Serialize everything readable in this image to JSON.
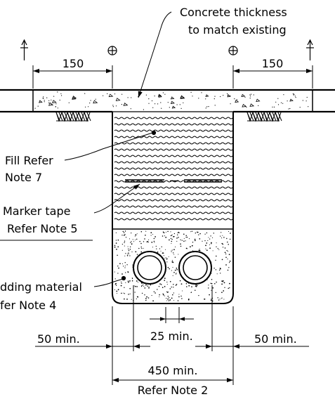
{
  "labels": {
    "concrete_line1": "Concrete thickness",
    "concrete_line2": "to match existing",
    "dim_left": "150",
    "dim_right": "150",
    "fill_line1": "Fill Refer",
    "fill_line2": "Note 7",
    "marker_line1": "Marker tape",
    "marker_line2": "Refer Note 5",
    "bedding_line1": "dding material",
    "bedding_line2": "fer Note 4",
    "dim_25": "25 min.",
    "dim_50_left": "50 min.",
    "dim_50_right": "50 min.",
    "dim_450": "450 min.",
    "dim_450_note": "Refer Note 2"
  },
  "colors": {
    "line": "#000000",
    "background": "#ffffff"
  }
}
